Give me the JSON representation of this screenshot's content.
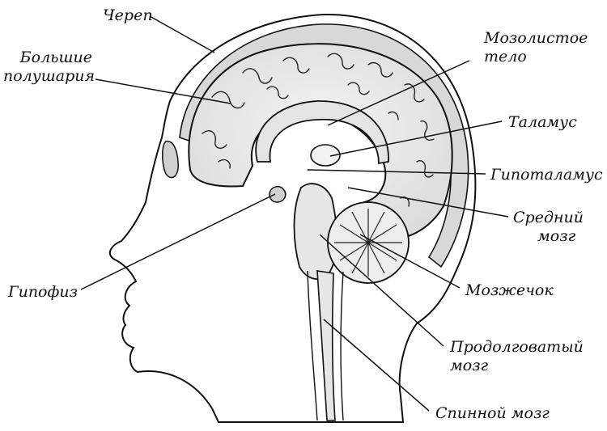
{
  "labels": {
    "skull": "Череп",
    "hemispheres_1": "Большие",
    "hemispheres_2": "полушария",
    "corpus_callosum_1": "Мозолистое",
    "corpus_callosum_2": "тело",
    "thalamus": "Таламус",
    "hypothalamus": "Гипоталамус",
    "midbrain_1": "Средний",
    "midbrain_2": "мозг",
    "pituitary": "Гипофиз",
    "cerebellum": "Мозжечок",
    "medulla_1": "Продолговатый",
    "medulla_2": "мозг",
    "spinal_cord": "Спинной мозг"
  }
}
